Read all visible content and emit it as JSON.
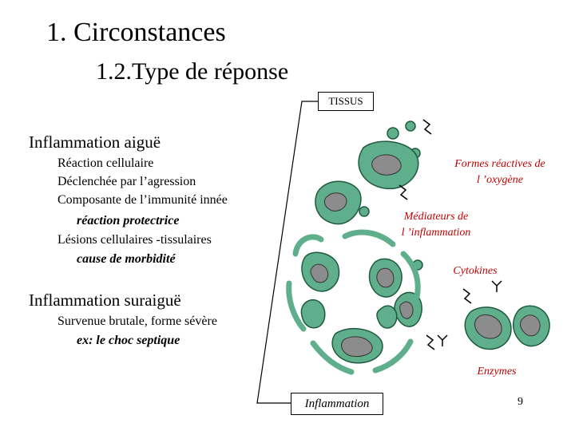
{
  "title": "1. Circonstances",
  "subtitle": "1.2.Type de réponse",
  "tissue_label": "TISSUS",
  "inflammation_label": "Inflammation",
  "left": {
    "acute": {
      "heading": "Inflammation aiguë",
      "lines": [
        "Réaction cellulaire",
        "Déclenchée par l’agression",
        "Composante de l’immunité innée"
      ],
      "protective": "réaction protectrice",
      "lesions": "Lésions cellulaires -tissulaires",
      "morbidity": "cause de morbidité"
    },
    "hyperacute": {
      "heading": "Inflammation suraiguë",
      "line": "Survenue brutale, forme sévère",
      "example": "ex: le choc septique"
    }
  },
  "labels": {
    "ros": [
      "Formes réactives de",
      "l ’oxygène"
    ],
    "mediators": [
      "Médiateurs de",
      "l ’inflammation"
    ],
    "cytokines": "Cytokines",
    "enzymes": "Enzymes"
  },
  "colors": {
    "cell_fill": "#5fae8c",
    "cell_stroke": "#1f5a3f",
    "nucleus": "#8c8c8c",
    "label_red": "#c00000"
  },
  "page_number": "9"
}
